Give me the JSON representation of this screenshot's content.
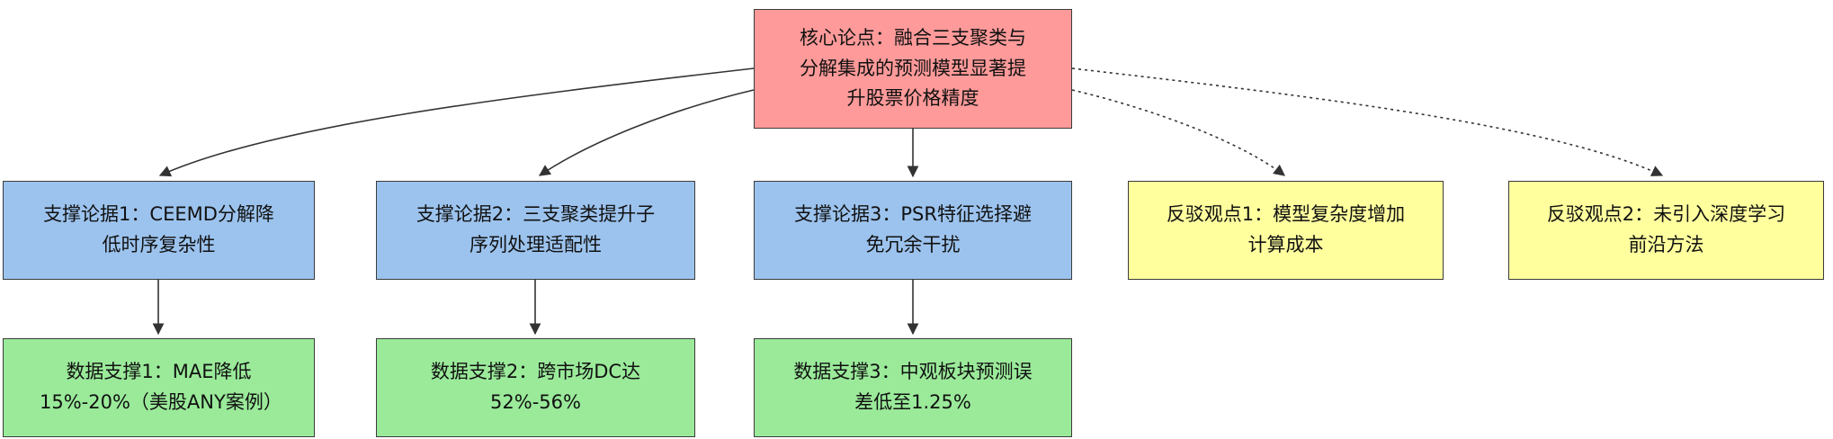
{
  "colors": {
    "root": "#ff9a9a",
    "support": "#9cc3ee",
    "counter": "#ffff9e",
    "evidence": "#9aea9a",
    "border": "#3b3b3b",
    "edge": "#333333"
  },
  "nodes": {
    "root": {
      "label": "核心论点：融合三支聚类与分解集成的预测模型显著提升股票价格精度"
    },
    "supports": [
      {
        "label": "支撑论据1：CEEMD分解降低时序复杂性"
      },
      {
        "label": "支撑论据2：三支聚类提升子序列处理适配性"
      },
      {
        "label": "支撑论据3：PSR特征选择避免冗余干扰"
      }
    ],
    "counters": [
      {
        "label": "反驳观点1：模型复杂度增加计算成本"
      },
      {
        "label": "反驳观点2：未引入深度学习前沿方法"
      }
    ],
    "evidence": [
      {
        "label": "数据支撑1：MAE降低15%-20%（美股ANY案例）"
      },
      {
        "label": "数据支撑2：跨市场DC达52%-56%"
      },
      {
        "label": "数据支撑3：中观板块预测误差低至1.25%"
      }
    ]
  }
}
